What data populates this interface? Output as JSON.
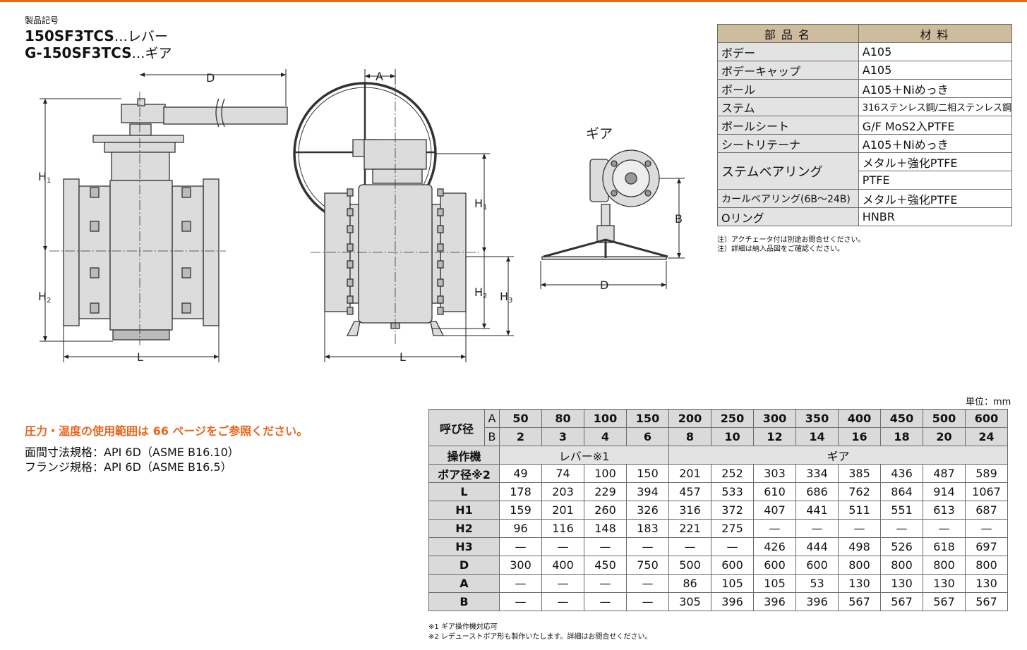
{
  "header": {
    "product_code_label": "製品記号",
    "models": [
      {
        "code": "150SF3TCS",
        "suffix": "…レバー"
      },
      {
        "code": "G-150SF3TCS",
        "suffix": "…ギア"
      }
    ]
  },
  "drawing": {
    "dim_D": "D",
    "dim_A": "A",
    "dim_H": "H",
    "dim_B": "B",
    "dim_L": "L",
    "sub1": "1",
    "sub2": "2",
    "sub3": "3",
    "gear_label": "ギア"
  },
  "parts_table": {
    "headers": [
      "部品名",
      "材料"
    ],
    "rows": [
      {
        "part": "ボデー",
        "material": "A105"
      },
      {
        "part": "ボデーキャップ",
        "material": "A105"
      },
      {
        "part": "ボール",
        "material": "A105＋Niめっき"
      },
      {
        "part": "ステム",
        "material": "316ステンレス鋼/二相ステンレス鋼"
      },
      {
        "part": "ボールシート",
        "material": "G/F MoS2入PTFE"
      },
      {
        "part": "シートリテーナ",
        "material": "A105＋Niめっき"
      },
      {
        "part": "ステムベアリング",
        "material": "メタル＋強化PTFE",
        "material2": "PTFE"
      },
      {
        "part": "カールベアリング(6B～24B)",
        "material": "メタル＋強化PTFE"
      },
      {
        "part": "Oリング",
        "material": "HNBR"
      }
    ],
    "notes": [
      "注）アクチェータ付は別途お問合せください。",
      "注）詳細は納入品図をご確認ください。"
    ]
  },
  "info": {
    "pressure_note": "圧力・温度の使用範囲は 66 ページをご参照ください。",
    "face_to_face": "面間寸法規格：API 6D（ASME B16.10）",
    "flange": "フランジ規格：API 6D（ASME B16.5）",
    "unit": "単位：mm"
  },
  "dim_table": {
    "nominal_label": "呼び径",
    "A_label": "A",
    "B_label": "B",
    "sizes_A": [
      "50",
      "80",
      "100",
      "150",
      "200",
      "250",
      "300",
      "350",
      "400",
      "450",
      "500",
      "600"
    ],
    "sizes_B": [
      "2",
      "3",
      "4",
      "6",
      "8",
      "10",
      "12",
      "14",
      "16",
      "18",
      "20",
      "24"
    ],
    "operator_label": "操作機",
    "lever_label": "レバー※1",
    "gear_label": "ギア",
    "rows": [
      {
        "label": "ボア径※2",
        "values": [
          "49",
          "74",
          "100",
          "150",
          "201",
          "252",
          "303",
          "334",
          "385",
          "436",
          "487",
          "589"
        ]
      },
      {
        "label": "L",
        "values": [
          "178",
          "203",
          "229",
          "394",
          "457",
          "533",
          "610",
          "686",
          "762",
          "864",
          "914",
          "1067"
        ]
      },
      {
        "label": "H1",
        "values": [
          "159",
          "201",
          "260",
          "326",
          "316",
          "372",
          "407",
          "441",
          "511",
          "551",
          "613",
          "687"
        ]
      },
      {
        "label": "H2",
        "values": [
          "96",
          "116",
          "148",
          "183",
          "221",
          "275",
          "—",
          "—",
          "—",
          "—",
          "—",
          "—"
        ]
      },
      {
        "label": "H3",
        "values": [
          "—",
          "—",
          "—",
          "—",
          "—",
          "—",
          "426",
          "444",
          "498",
          "526",
          "618",
          "697"
        ]
      },
      {
        "label": "D",
        "values": [
          "300",
          "400",
          "450",
          "750",
          "500",
          "600",
          "600",
          "600",
          "800",
          "800",
          "800",
          "800"
        ]
      },
      {
        "label": "A",
        "values": [
          "—",
          "—",
          "—",
          "—",
          "86",
          "105",
          "105",
          "53",
          "130",
          "130",
          "130",
          "130"
        ]
      },
      {
        "label": "B",
        "values": [
          "—",
          "—",
          "—",
          "—",
          "305",
          "396",
          "396",
          "396",
          "567",
          "567",
          "567",
          "567"
        ]
      }
    ],
    "footnotes": [
      "※1 ギア操作機対応可",
      "※2 レデューストボア形も製作いたします。詳細はお問合せください。"
    ]
  }
}
